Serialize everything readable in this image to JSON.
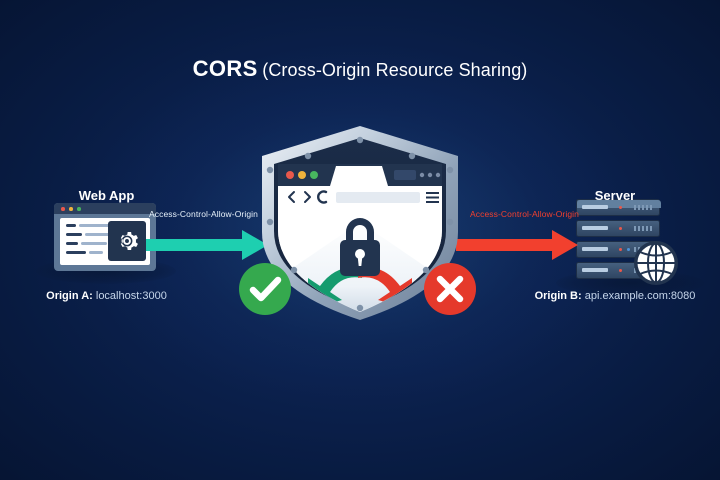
{
  "theme": {
    "bg_dark": "#07183c",
    "bg_center": "#12305e",
    "teal": "#1ecfb0",
    "red": "#f2402e",
    "green": "#35a94e",
    "white": "#ffffff",
    "shield_metal": "#b7c4d2",
    "browser_navy": "#22344f"
  },
  "title": {
    "main": "CORS",
    "sub": "(Cross-Origin Resource Sharing)"
  },
  "left_node": {
    "label": "Web App",
    "origin_key": "Origin A:",
    "origin_value": "localhost:3000",
    "window_dots": [
      "#e8584b",
      "#f0b33c",
      "#48b55f"
    ]
  },
  "right_node": {
    "label": "Server",
    "origin_key": "Origin B:",
    "origin_value": "api.example.com:8080",
    "globe_icon": "globe-icon",
    "unit_count": 4
  },
  "arrows": {
    "request_header": "Access-Control-Allow-Origin",
    "response_header": "Access-Control-Allow-Origin",
    "request_color": "#1ecfb0",
    "response_color": "#f2402e"
  },
  "shield": {
    "lock_icon": "padlock-icon",
    "browser_dots": [
      "#e8584b",
      "#f0b33c",
      "#48b55f"
    ],
    "nav_icons": [
      "back-arrow-icon",
      "forward-arrow-icon",
      "reload-icon"
    ],
    "menu_icon": "hamburger-menu-icon",
    "allowed_badge": "check-icon",
    "blocked_badge": "cross-icon",
    "allowed_arrow_color": "#159b6e",
    "blocked_arrow_color": "#e5392b"
  }
}
